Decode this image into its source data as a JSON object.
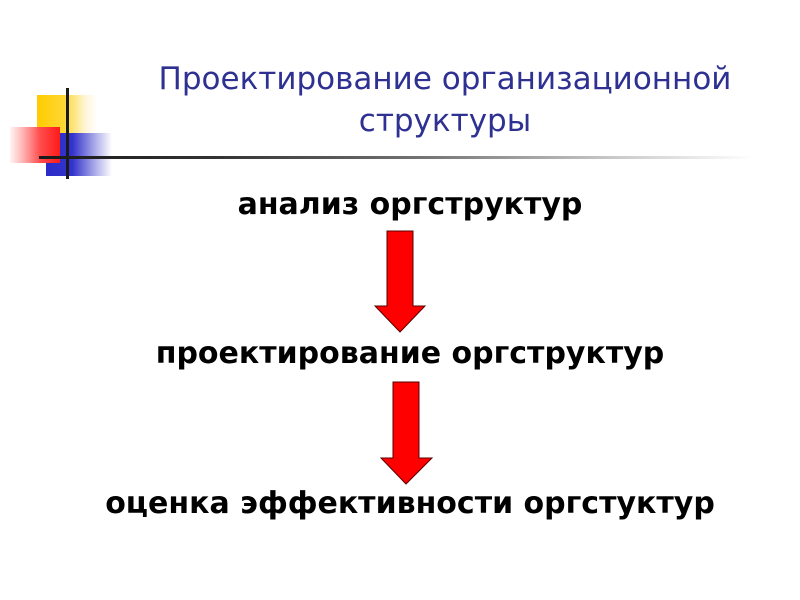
{
  "slide": {
    "title_line1": "Проектирование организационной",
    "title_line2": "структуры",
    "title_color": "#2e3192"
  },
  "flow": {
    "steps": [
      {
        "label": "анализ оргструктур"
      },
      {
        "label": "проектирование оргструктур"
      },
      {
        "label": "оценка эффективности оргстуктур"
      }
    ],
    "arrows": [
      {
        "icon": "down-arrow-icon",
        "color": "#ff0000"
      },
      {
        "icon": "down-arrow-icon",
        "color": "#ff0000"
      }
    ]
  },
  "decoration": {
    "colors": {
      "yellow": "#ffcc00",
      "red": "#ff1a1a",
      "blue": "#3333cc",
      "line": "#1a1a1a"
    }
  }
}
